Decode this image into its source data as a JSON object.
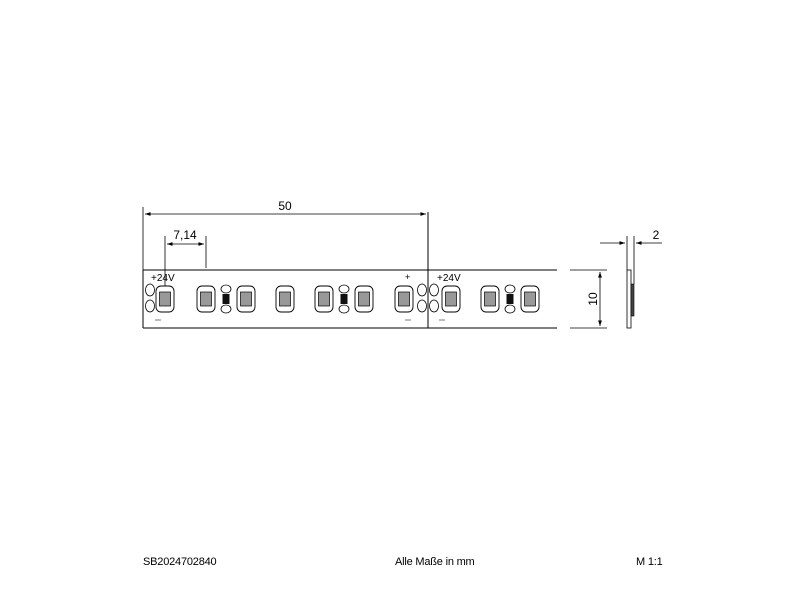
{
  "dimensions": {
    "segment_length": "50",
    "led_pitch": "7,14",
    "strip_width": "10",
    "strip_thickness": "2"
  },
  "strip": {
    "voltage_label_1": "+24V",
    "voltage_label_2": "+24V",
    "plus_mark": "+"
  },
  "footer": {
    "article_number": "SB2024702840",
    "units_note": "Alle Maße in mm",
    "scale": "M 1:1"
  }
}
